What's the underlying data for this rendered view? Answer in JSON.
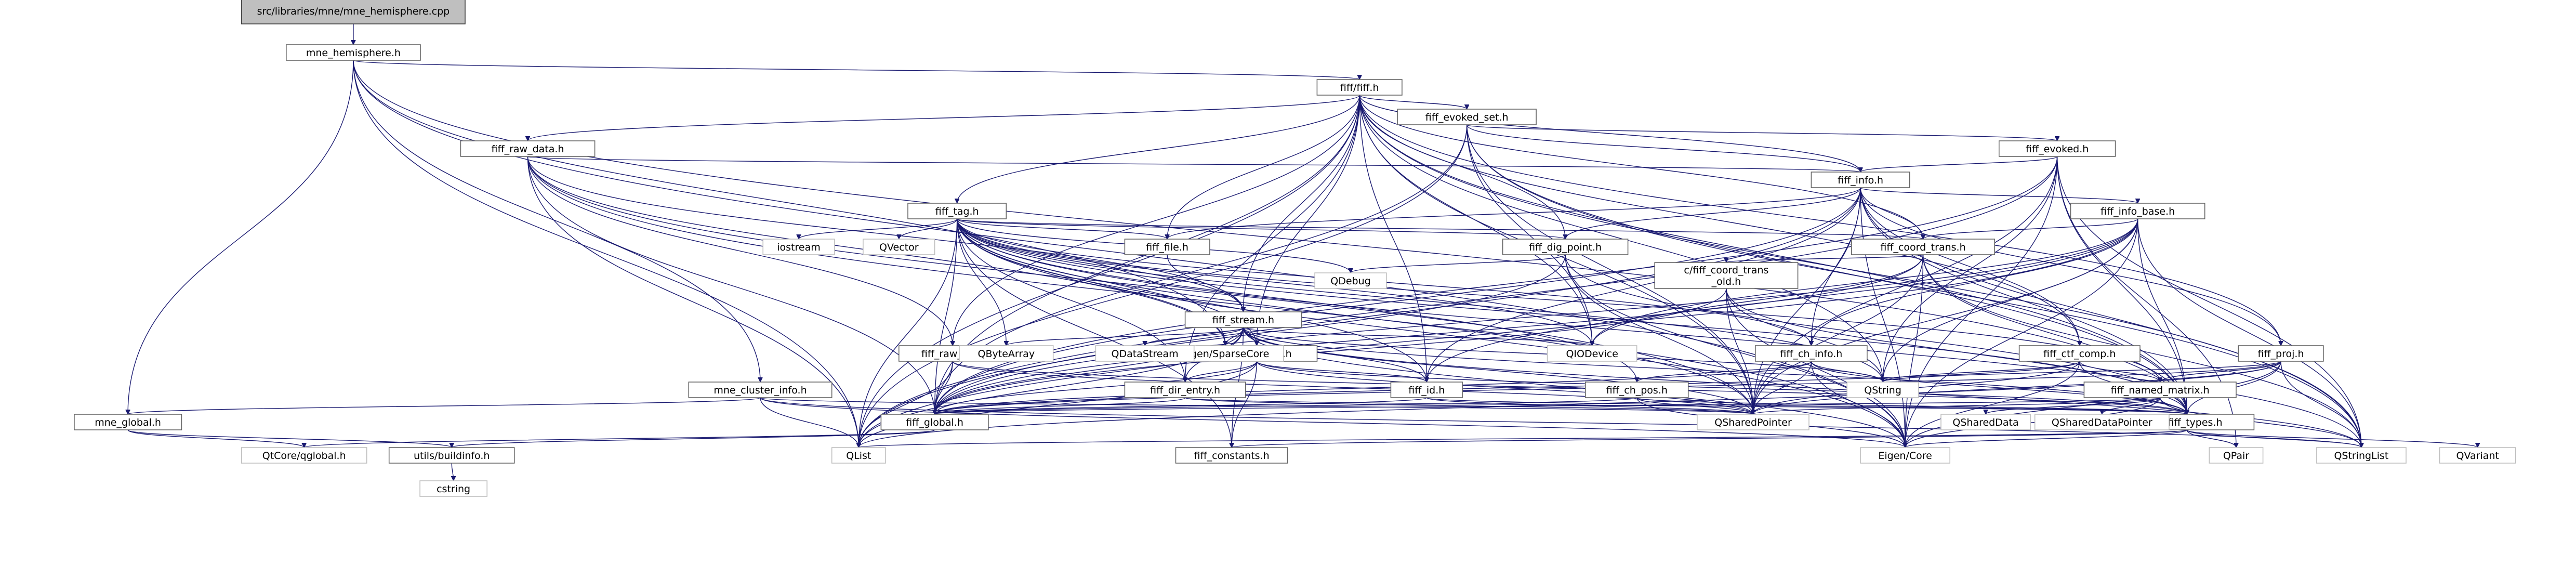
{
  "diagram": {
    "type": "include-dependency-graph",
    "colors": {
      "edge": "#191970",
      "root_fill": "#bfbfbf",
      "node_border": "#666666",
      "external_border": "#bfbfbf"
    },
    "nodes": [
      {
        "id": "root",
        "label": "src/libraries/mne/mne_hemisphere.cpp",
        "kind": "root"
      },
      {
        "id": "hemi",
        "label": "mne_hemisphere.h",
        "kind": "internal"
      },
      {
        "id": "fiffh",
        "label": "fiff/fiff.h",
        "kind": "internal"
      },
      {
        "id": "evokedset",
        "label": "fiff_evoked_set.h",
        "kind": "internal"
      },
      {
        "id": "rawdata",
        "label": "fiff_raw_data.h",
        "kind": "internal"
      },
      {
        "id": "evoked",
        "label": "fiff_evoked.h",
        "kind": "internal"
      },
      {
        "id": "info",
        "label": "fiff_info.h",
        "kind": "internal"
      },
      {
        "id": "tag",
        "label": "fiff_tag.h",
        "kind": "internal"
      },
      {
        "id": "infobase",
        "label": "fiff_info_base.h",
        "kind": "internal"
      },
      {
        "id": "file",
        "label": "fiff_file.h",
        "kind": "internal"
      },
      {
        "id": "dig",
        "label": "fiff_dig_point.h",
        "kind": "internal"
      },
      {
        "id": "coord",
        "label": "fiff_coord_trans.h",
        "kind": "internal"
      },
      {
        "id": "coordold",
        "label": "c/fiff_coord_trans\n_old.h",
        "kind": "internal"
      },
      {
        "id": "stream",
        "label": "fiff_stream.h",
        "kind": "internal"
      },
      {
        "id": "rawdir",
        "label": "fiff_raw_dir.h",
        "kind": "internal"
      },
      {
        "id": "dirnode",
        "label": "fiff_dir_node.h",
        "kind": "internal"
      },
      {
        "id": "chinfo",
        "label": "fiff_ch_info.h",
        "kind": "internal"
      },
      {
        "id": "ctf",
        "label": "fiff_ctf_comp.h",
        "kind": "internal"
      },
      {
        "id": "proj",
        "label": "fiff_proj.h",
        "kind": "internal"
      },
      {
        "id": "cluster",
        "label": "mne_cluster_info.h",
        "kind": "internal"
      },
      {
        "id": "direntry",
        "label": "fiff_dir_entry.h",
        "kind": "internal"
      },
      {
        "id": "id",
        "label": "fiff_id.h",
        "kind": "internal"
      },
      {
        "id": "chpos",
        "label": "fiff_ch_pos.h",
        "kind": "internal"
      },
      {
        "id": "named",
        "label": "fiff_named_matrix.h",
        "kind": "internal"
      },
      {
        "id": "types",
        "label": "fiff/fiff_types.h",
        "kind": "internal"
      },
      {
        "id": "mneglobal",
        "label": "mne_global.h",
        "kind": "internal"
      },
      {
        "id": "fiffglobal",
        "label": "fiff_global.h",
        "kind": "internal"
      },
      {
        "id": "constants",
        "label": "fiff_constants.h",
        "kind": "internal"
      },
      {
        "id": "buildinfo",
        "label": "utils/buildinfo.h",
        "kind": "internal"
      },
      {
        "id": "iostream",
        "label": "iostream",
        "kind": "external"
      },
      {
        "id": "qvector",
        "label": "QVector",
        "kind": "external"
      },
      {
        "id": "qdebug",
        "label": "QDebug",
        "kind": "external"
      },
      {
        "id": "sparse",
        "label": "Eigen/SparseCore",
        "kind": "external"
      },
      {
        "id": "qbytearray",
        "label": "QByteArray",
        "kind": "external"
      },
      {
        "id": "qdatastream",
        "label": "QDataStream",
        "kind": "external"
      },
      {
        "id": "qiodevice",
        "label": "QIODevice",
        "kind": "external"
      },
      {
        "id": "qstring",
        "label": "QString",
        "kind": "external"
      },
      {
        "id": "qshared",
        "label": "QSharedPointer",
        "kind": "external"
      },
      {
        "id": "qshareddata",
        "label": "QSharedData",
        "kind": "external"
      },
      {
        "id": "qshareddataptr",
        "label": "QSharedDataPointer",
        "kind": "external"
      },
      {
        "id": "qtcore",
        "label": "QtCore/qglobal.h",
        "kind": "external"
      },
      {
        "id": "qlist",
        "label": "QList",
        "kind": "external"
      },
      {
        "id": "eigencore",
        "label": "Eigen/Core",
        "kind": "external"
      },
      {
        "id": "qpair",
        "label": "QPair",
        "kind": "external"
      },
      {
        "id": "qstringlist",
        "label": "QStringList",
        "kind": "external"
      },
      {
        "id": "qvariant",
        "label": "QVariant",
        "kind": "external"
      },
      {
        "id": "cstring",
        "label": "cstring",
        "kind": "external"
      }
    ],
    "edges": [
      [
        "root",
        "hemi"
      ],
      [
        "hemi",
        "fiffh"
      ],
      [
        "hemi",
        "mneglobal"
      ],
      [
        "hemi",
        "cluster"
      ],
      [
        "hemi",
        "sparse"
      ],
      [
        "hemi",
        "qlist"
      ],
      [
        "hemi",
        "types"
      ],
      [
        "hemi",
        "eigencore"
      ],
      [
        "fiffh",
        "evokedset"
      ],
      [
        "fiffh",
        "rawdata"
      ],
      [
        "fiffh",
        "info"
      ],
      [
        "fiffh",
        "tag"
      ],
      [
        "fiffh",
        "file"
      ],
      [
        "fiffh",
        "dig"
      ],
      [
        "fiffh",
        "coord"
      ],
      [
        "fiffh",
        "stream"
      ],
      [
        "fiffh",
        "rawdir"
      ],
      [
        "fiffh",
        "dirnode"
      ],
      [
        "fiffh",
        "ctf"
      ],
      [
        "fiffh",
        "proj"
      ],
      [
        "fiffh",
        "direntry"
      ],
      [
        "fiffh",
        "id"
      ],
      [
        "fiffh",
        "types"
      ],
      [
        "fiffh",
        "fiffglobal"
      ],
      [
        "fiffh",
        "qiodevice"
      ],
      [
        "fiffh",
        "qstringlist"
      ],
      [
        "fiffh",
        "qlist"
      ],
      [
        "fiffh",
        "qshared"
      ],
      [
        "fiffh",
        "qstring"
      ],
      [
        "evokedset",
        "evoked"
      ],
      [
        "evokedset",
        "info"
      ],
      [
        "evokedset",
        "fiffglobal"
      ],
      [
        "evokedset",
        "qshared"
      ],
      [
        "evokedset",
        "qiodevice"
      ],
      [
        "evokedset",
        "qlist"
      ],
      [
        "evokedset",
        "qstringlist"
      ],
      [
        "evokedset",
        "types"
      ],
      [
        "rawdata",
        "info"
      ],
      [
        "rawdata",
        "stream"
      ],
      [
        "rawdata",
        "rawdir"
      ],
      [
        "rawdata",
        "fiffglobal"
      ],
      [
        "rawdata",
        "qshared"
      ],
      [
        "rawdata",
        "sparse"
      ],
      [
        "rawdata",
        "qlist"
      ],
      [
        "rawdata",
        "eigencore"
      ],
      [
        "evoked",
        "info"
      ],
      [
        "evoked",
        "fiffglobal"
      ],
      [
        "evoked",
        "types"
      ],
      [
        "evoked",
        "qshared"
      ],
      [
        "evoked",
        "qstring"
      ],
      [
        "evoked",
        "qlist"
      ],
      [
        "evoked",
        "qstringlist"
      ],
      [
        "evoked",
        "eigencore"
      ],
      [
        "evoked",
        "qpair"
      ],
      [
        "info",
        "infobase"
      ],
      [
        "info",
        "file"
      ],
      [
        "info",
        "coord"
      ],
      [
        "info",
        "proj"
      ],
      [
        "info",
        "ctf"
      ],
      [
        "info",
        "chinfo"
      ],
      [
        "info",
        "dig"
      ],
      [
        "info",
        "id"
      ],
      [
        "info",
        "fiffglobal"
      ],
      [
        "info",
        "types"
      ],
      [
        "info",
        "qshared"
      ],
      [
        "info",
        "qlist"
      ],
      [
        "info",
        "qstringlist"
      ],
      [
        "info",
        "eigencore"
      ],
      [
        "tag",
        "id"
      ],
      [
        "tag",
        "types"
      ],
      [
        "tag",
        "file"
      ],
      [
        "tag",
        "dig"
      ],
      [
        "tag",
        "dirnode"
      ],
      [
        "tag",
        "direntry"
      ],
      [
        "tag",
        "chinfo"
      ],
      [
        "tag",
        "coord"
      ],
      [
        "tag",
        "stream"
      ],
      [
        "tag",
        "named"
      ],
      [
        "tag",
        "chpos"
      ],
      [
        "tag",
        "fiffglobal"
      ],
      [
        "tag",
        "constants"
      ],
      [
        "tag",
        "iostream"
      ],
      [
        "tag",
        "qvector"
      ],
      [
        "tag",
        "qdebug"
      ],
      [
        "tag",
        "sparse"
      ],
      [
        "tag",
        "qbytearray"
      ],
      [
        "tag",
        "qiodevice"
      ],
      [
        "tag",
        "qshared"
      ],
      [
        "tag",
        "qstring"
      ],
      [
        "tag",
        "eigencore"
      ],
      [
        "tag",
        "qlist"
      ],
      [
        "tag",
        "qstringlist"
      ],
      [
        "infobase",
        "chinfo"
      ],
      [
        "infobase",
        "coord"
      ],
      [
        "infobase",
        "id"
      ],
      [
        "infobase",
        "types"
      ],
      [
        "infobase",
        "fiffglobal"
      ],
      [
        "infobase",
        "qshared"
      ],
      [
        "infobase",
        "qlist"
      ],
      [
        "infobase",
        "qstringlist"
      ],
      [
        "infobase",
        "eigencore"
      ],
      [
        "infobase",
        "qstring"
      ],
      [
        "infobase",
        "qiodevice"
      ],
      [
        "file",
        "stream"
      ],
      [
        "dig",
        "types"
      ],
      [
        "dig",
        "fiffglobal"
      ],
      [
        "dig",
        "qdebug"
      ],
      [
        "dig",
        "qshared"
      ],
      [
        "dig",
        "eigencore"
      ],
      [
        "coord",
        "coordold"
      ],
      [
        "coord",
        "types"
      ],
      [
        "coord",
        "fiffglobal"
      ],
      [
        "coord",
        "qshared"
      ],
      [
        "coord",
        "eigencore"
      ],
      [
        "coord",
        "qiodevice"
      ],
      [
        "coord",
        "qstringlist"
      ],
      [
        "coordold",
        "types"
      ],
      [
        "coordold",
        "fiffglobal"
      ],
      [
        "coordold",
        "qshared"
      ],
      [
        "coordold",
        "eigencore"
      ],
      [
        "coordold",
        "qstring"
      ],
      [
        "stream",
        "dirnode"
      ],
      [
        "stream",
        "direntry"
      ],
      [
        "stream",
        "id"
      ],
      [
        "stream",
        "types"
      ],
      [
        "stream",
        "fiffglobal"
      ],
      [
        "stream",
        "constants"
      ],
      [
        "stream",
        "sparse"
      ],
      [
        "stream",
        "qbytearray"
      ],
      [
        "stream",
        "qdatastream"
      ],
      [
        "stream",
        "qiodevice"
      ],
      [
        "stream",
        "qshared"
      ],
      [
        "stream",
        "qstring"
      ],
      [
        "stream",
        "qstringlist"
      ],
      [
        "stream",
        "qlist"
      ],
      [
        "stream",
        "eigencore"
      ],
      [
        "rawdir",
        "fiffglobal"
      ],
      [
        "rawdir",
        "types"
      ],
      [
        "rawdir",
        "qshared"
      ],
      [
        "rawdir",
        "qlist"
      ],
      [
        "dirnode",
        "direntry"
      ],
      [
        "dirnode",
        "id"
      ],
      [
        "dirnode",
        "types"
      ],
      [
        "dirnode",
        "fiffglobal"
      ],
      [
        "dirnode",
        "qshared"
      ],
      [
        "dirnode",
        "qlist"
      ],
      [
        "dirnode",
        "constants"
      ],
      [
        "chinfo",
        "chpos"
      ],
      [
        "chinfo",
        "types"
      ],
      [
        "chinfo",
        "fiffglobal"
      ],
      [
        "chinfo",
        "qshared"
      ],
      [
        "chinfo",
        "qstring"
      ],
      [
        "chinfo",
        "eigencore"
      ],
      [
        "ctf",
        "named"
      ],
      [
        "ctf",
        "types"
      ],
      [
        "ctf",
        "fiffglobal"
      ],
      [
        "ctf",
        "qshared"
      ],
      [
        "ctf",
        "qstring"
      ],
      [
        "ctf",
        "eigencore"
      ],
      [
        "proj",
        "named"
      ],
      [
        "proj",
        "types"
      ],
      [
        "proj",
        "fiffglobal"
      ],
      [
        "proj",
        "qshared"
      ],
      [
        "proj",
        "qstring"
      ],
      [
        "proj",
        "qstringlist"
      ],
      [
        "proj",
        "qlist"
      ],
      [
        "proj",
        "eigencore"
      ],
      [
        "cluster",
        "mneglobal"
      ],
      [
        "cluster",
        "qlist"
      ],
      [
        "cluster",
        "qstringlist"
      ],
      [
        "cluster",
        "qshared"
      ],
      [
        "cluster",
        "eigencore"
      ],
      [
        "direntry",
        "types"
      ],
      [
        "direntry",
        "fiffglobal"
      ],
      [
        "direntry",
        "qshared"
      ],
      [
        "id",
        "types"
      ],
      [
        "id",
        "fiffglobal"
      ],
      [
        "id",
        "qshared"
      ],
      [
        "chpos",
        "types"
      ],
      [
        "chpos",
        "fiffglobal"
      ],
      [
        "chpos",
        "qshared"
      ],
      [
        "chpos",
        "eigencore"
      ],
      [
        "named",
        "types"
      ],
      [
        "named",
        "fiffglobal"
      ],
      [
        "named",
        "qshared"
      ],
      [
        "named",
        "qshareddata"
      ],
      [
        "named",
        "qshareddataptr"
      ],
      [
        "named",
        "qstringlist"
      ],
      [
        "named",
        "eigencore"
      ],
      [
        "types",
        "eigencore"
      ],
      [
        "types",
        "qpair"
      ],
      [
        "types",
        "qstringlist"
      ],
      [
        "types",
        "qvariant"
      ],
      [
        "types",
        "qlist"
      ],
      [
        "types",
        "constants"
      ],
      [
        "mneglobal",
        "qtcore"
      ],
      [
        "mneglobal",
        "buildinfo"
      ],
      [
        "fiffglobal",
        "qtcore"
      ],
      [
        "fiffglobal",
        "buildinfo"
      ],
      [
        "buildinfo",
        "cstring"
      ]
    ]
  }
}
